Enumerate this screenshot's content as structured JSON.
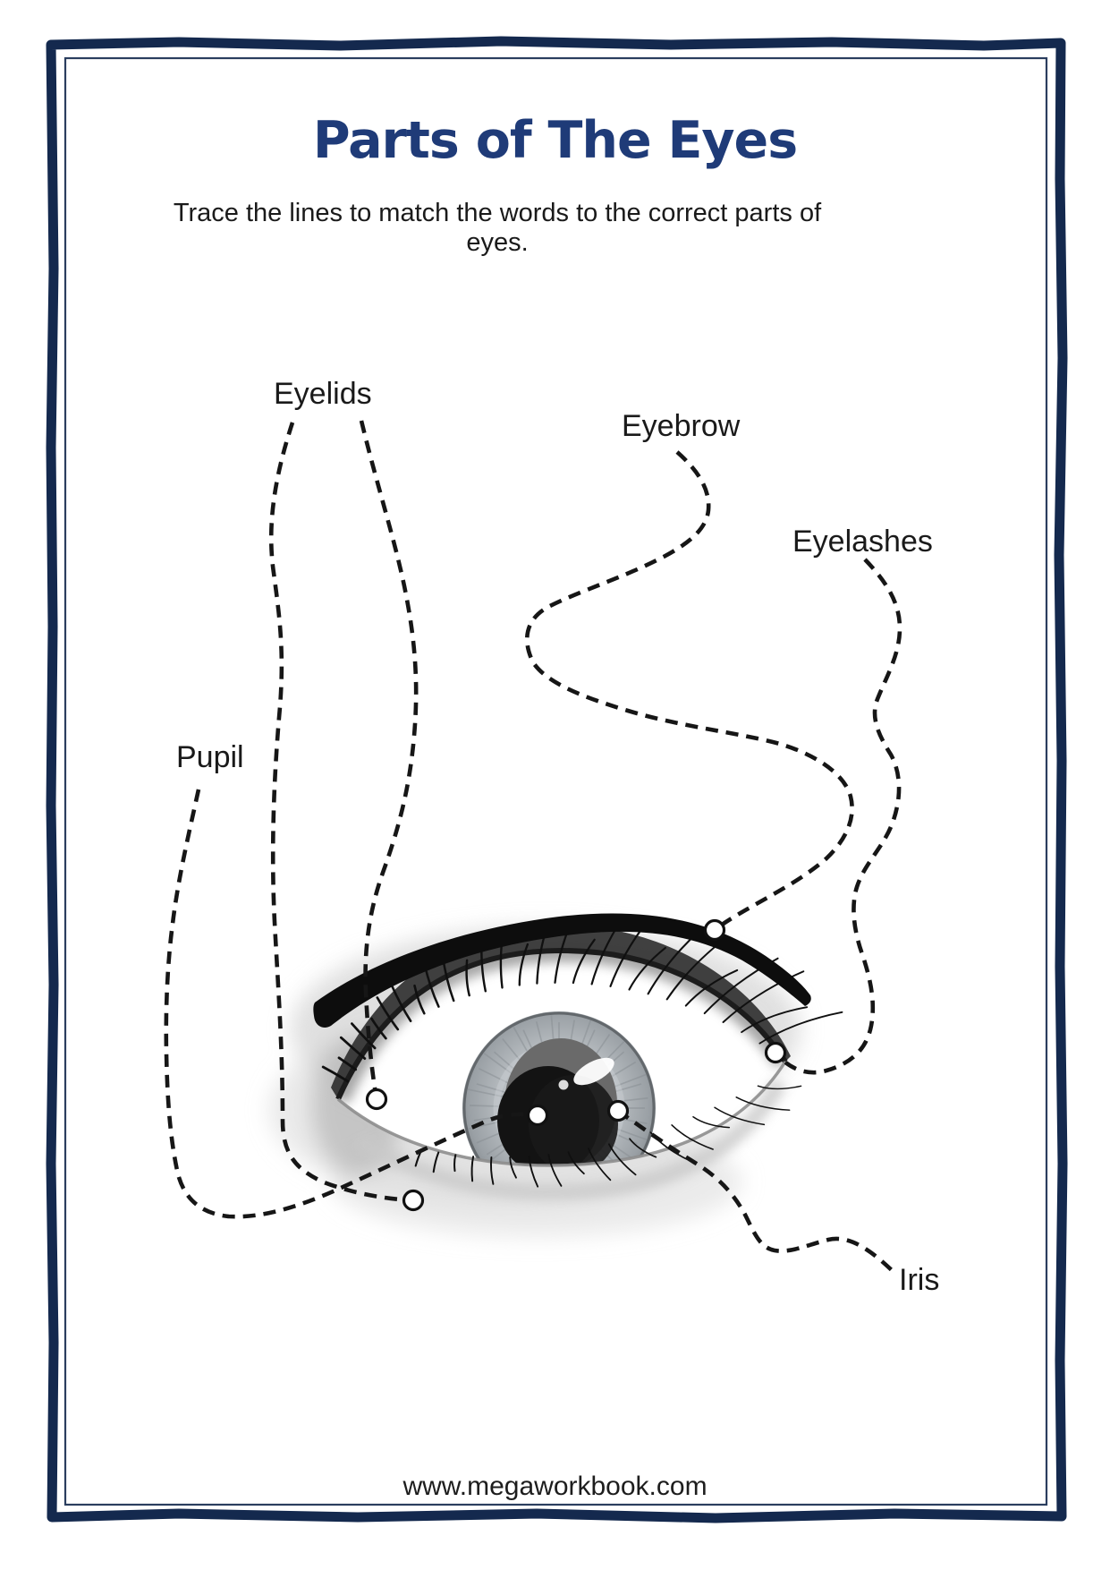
{
  "page": {
    "title": "Parts of The Eyes",
    "subtitle": "Trace the lines to match the words to the correct parts of eyes.",
    "footer": "www.megaworkbook.com"
  },
  "colors": {
    "border_navy": "#14294e",
    "title_blue": "#1f3b78",
    "text_black": "#1a1a1a",
    "line_black": "#161616"
  },
  "worksheet": {
    "activity": "trace-and-match",
    "labels": [
      {
        "id": "eyelids",
        "text": "Eyelids"
      },
      {
        "id": "eyebrow",
        "text": "Eyebrow"
      },
      {
        "id": "eyelashes",
        "text": "Eyelashes"
      },
      {
        "id": "pupil",
        "text": "Pupil"
      },
      {
        "id": "iris",
        "text": "Iris"
      }
    ]
  }
}
